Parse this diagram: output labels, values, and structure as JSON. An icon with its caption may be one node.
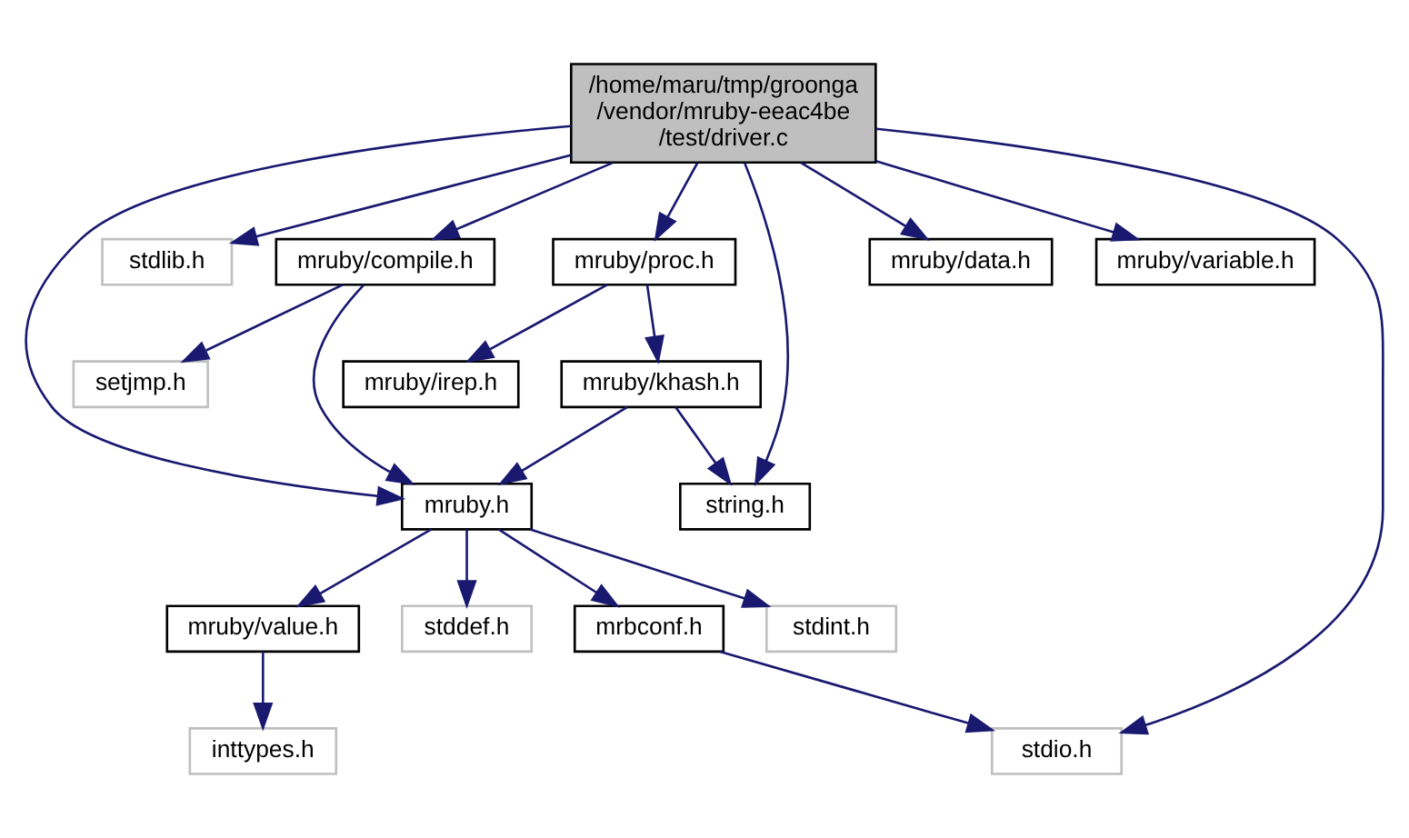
{
  "diagram": {
    "nodes": [
      {
        "text": [
          "/home/maru/tmp/groonga /vendor/mruby-eeac4be /test/driver.c"
        ]
      },
      {
        "text": [
          "stdlib.h"
        ]
      },
      {
        "text": [
          "mruby/compile.h"
        ]
      },
      {
        "text": [
          "mruby/proc.h"
        ]
      },
      {
        "text": [
          "mruby/data.h"
        ]
      },
      {
        "text": [
          "mruby/variable.h"
        ]
      },
      {
        "text": [
          "setjmp.h"
        ]
      },
      {
        "text": [
          "mruby/irep.h"
        ]
      },
      {
        "text": [
          "mruby/khash.h"
        ]
      },
      {
        "text": [
          "mruby.h"
        ]
      },
      {
        "text": [
          "string.h"
        ]
      },
      {
        "text": [
          "mruby/value.h"
        ]
      },
      {
        "text": [
          "stddef.h"
        ]
      },
      {
        "text": [
          "mrbconf.h"
        ]
      },
      {
        "text": [
          "stdint.h"
        ]
      },
      {
        "text": [
          "inttypes.h"
        ]
      },
      {
        "text": [
          "stdio.h"
        ]
      }
    ],
    "edges": [
      {
        "from": 0,
        "to": 9,
        "arrow": "to"
      },
      {
        "from": 0,
        "to": 1,
        "arrow": "to"
      },
      {
        "from": 0,
        "to": 2,
        "arrow": "to"
      },
      {
        "from": 0,
        "to": 3,
        "arrow": "to"
      },
      {
        "from": 0,
        "to": 10,
        "arrow": "to"
      },
      {
        "from": 0,
        "to": 4,
        "arrow": "to"
      },
      {
        "from": 0,
        "to": 5,
        "arrow": "to"
      },
      {
        "from": 0,
        "to": 16,
        "arrow": "to"
      },
      {
        "from": 2,
        "to": 6,
        "arrow": "to"
      },
      {
        "from": 2,
        "to": 9,
        "arrow": "to"
      },
      {
        "from": 3,
        "to": 7,
        "arrow": "to"
      },
      {
        "from": 3,
        "to": 8,
        "arrow": "to"
      },
      {
        "from": 8,
        "to": 9,
        "arrow": "to"
      },
      {
        "from": 8,
        "to": 10,
        "arrow": "to"
      },
      {
        "from": 9,
        "to": 11,
        "arrow": "to"
      },
      {
        "from": 9,
        "to": 12,
        "arrow": "to"
      },
      {
        "from": 9,
        "to": 13,
        "arrow": "to"
      },
      {
        "from": 9,
        "to": 14,
        "arrow": "to"
      },
      {
        "from": 11,
        "to": 15,
        "arrow": "to"
      },
      {
        "from": 13,
        "to": 16,
        "arrow": "to"
      }
    ]
  }
}
